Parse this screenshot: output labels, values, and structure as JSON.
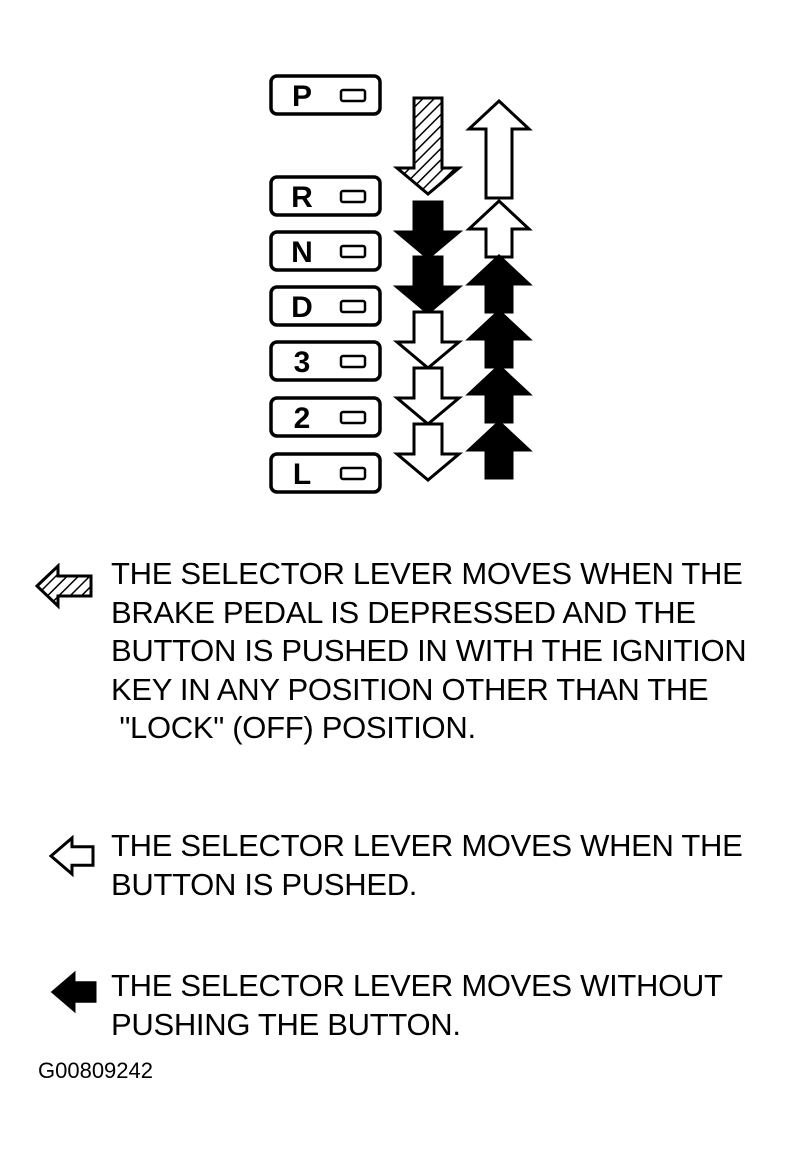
{
  "gear_positions": [
    {
      "label": "P"
    },
    {
      "label": "R"
    },
    {
      "label": "N"
    },
    {
      "label": "D"
    },
    {
      "label": "3"
    },
    {
      "label": "2"
    },
    {
      "label": "L"
    }
  ],
  "down_arrows": [
    {
      "from": "P",
      "to": "R",
      "type": "hatched"
    },
    {
      "from": "R",
      "to": "N",
      "type": "solid"
    },
    {
      "from": "N",
      "to": "D",
      "type": "solid"
    },
    {
      "from": "D",
      "to": "3",
      "type": "outline"
    },
    {
      "from": "3",
      "to": "2",
      "type": "outline"
    },
    {
      "from": "2",
      "to": "L",
      "type": "outline"
    }
  ],
  "up_arrows": [
    {
      "from": "R",
      "to": "P",
      "type": "outline"
    },
    {
      "from": "N",
      "to": "R",
      "type": "outline"
    },
    {
      "from": "D",
      "to": "N",
      "type": "solid"
    },
    {
      "from": "3",
      "to": "D",
      "type": "solid"
    },
    {
      "from": "2",
      "to": "3",
      "type": "solid"
    },
    {
      "from": "L",
      "to": "2",
      "type": "solid"
    }
  ],
  "legend": {
    "hatched": {
      "icon": "hatched-left-arrow-icon",
      "lines": [
        "THE SELECTOR LEVER MOVES WHEN THE",
        "BRAKE PEDAL IS DEPRESSED AND THE",
        "BUTTON IS PUSHED IN WITH THE IGNITION",
        "KEY IN ANY POSITION OTHER THAN THE",
        " \"LOCK\" (OFF) POSITION."
      ]
    },
    "outline": {
      "icon": "outline-left-arrow-icon",
      "lines": [
        "THE SELECTOR LEVER MOVES WHEN THE",
        "BUTTON IS PUSHED."
      ]
    },
    "solid": {
      "icon": "solid-left-arrow-icon",
      "lines": [
        "THE SELECTOR LEVER MOVES WITHOUT",
        "PUSHING THE BUTTON."
      ]
    }
  },
  "figure_id": "G00809242",
  "colors": {
    "ink": "#000000",
    "paper": "#ffffff"
  }
}
